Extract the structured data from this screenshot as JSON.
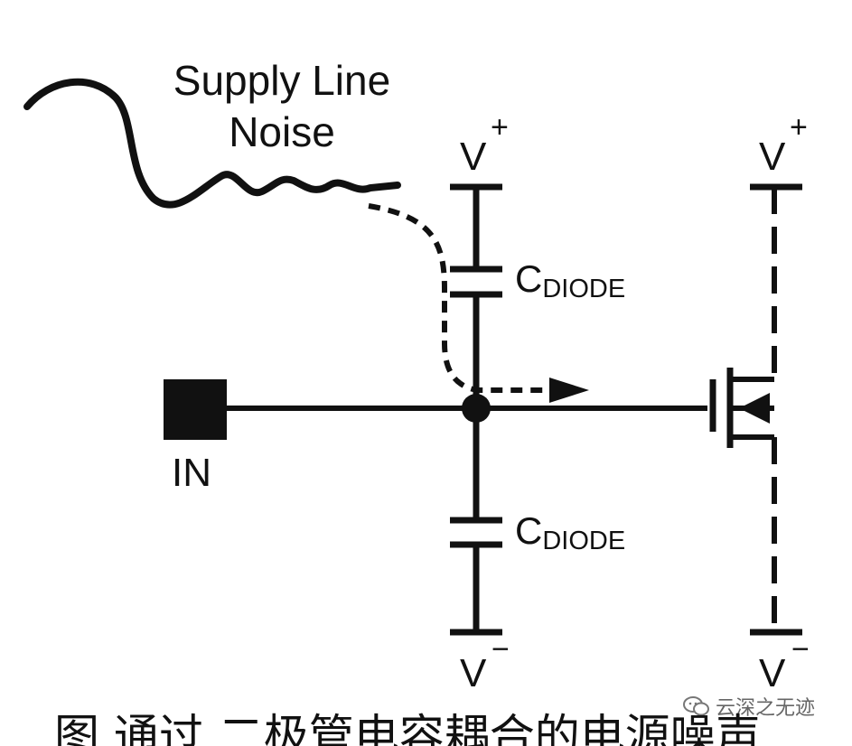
{
  "labels": {
    "noise_line1": "Supply Line",
    "noise_line2": "Noise",
    "vplus_left": "V",
    "vplus_left_sup": "+",
    "vplus_right": "V",
    "vplus_right_sup": "+",
    "vminus_left": "V",
    "vminus_left_sup": "−",
    "vminus_right": "V",
    "vminus_right_sup": "−",
    "cap_top": "C",
    "cap_top_sub": "DIODE",
    "cap_bottom": "C",
    "cap_bottom_sub": "DIODE",
    "input_label": "IN"
  },
  "caption": "图    通过        二极管电容耦合的电源噪声",
  "watermark": {
    "icon": "wechat-icon",
    "text": "云深之无迹"
  },
  "colors": {
    "ink": "#111111",
    "watermark": "#666666"
  }
}
